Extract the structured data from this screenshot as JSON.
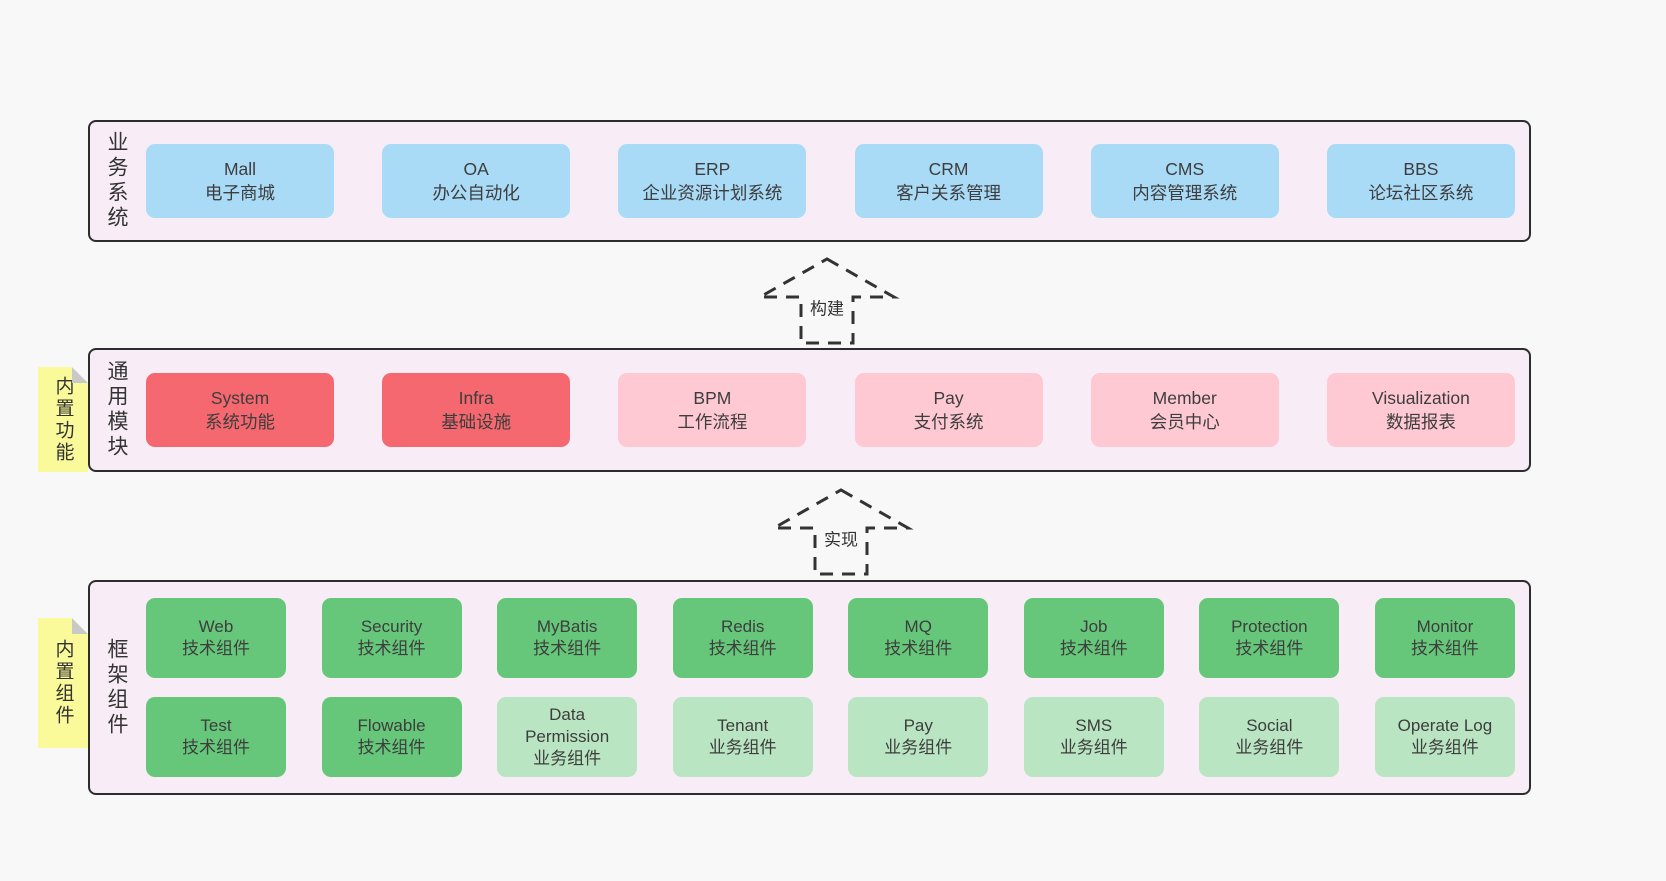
{
  "bands": [
    {
      "label": "业务系统",
      "boxes": [
        {
          "title": "Mall",
          "subtitle": "电子商城"
        },
        {
          "title": "OA",
          "subtitle": "办公自动化"
        },
        {
          "title": "ERP",
          "subtitle": "企业资源计划系统"
        },
        {
          "title": "CRM",
          "subtitle": "客户关系管理"
        },
        {
          "title": "CMS",
          "subtitle": "内容管理系统"
        },
        {
          "title": "BBS",
          "subtitle": "论坛社区系统"
        }
      ]
    },
    {
      "label": "通用模块",
      "sticky": "内置功能",
      "boxes": [
        {
          "title": "System",
          "subtitle": "系统功能"
        },
        {
          "title": "Infra",
          "subtitle": "基础设施"
        },
        {
          "title": "BPM",
          "subtitle": "工作流程"
        },
        {
          "title": "Pay",
          "subtitle": "支付系统"
        },
        {
          "title": "Member",
          "subtitle": "会员中心"
        },
        {
          "title": "Visualization",
          "subtitle": "数据报表"
        }
      ]
    },
    {
      "label": "框架组件",
      "sticky": "内置组件",
      "rows": [
        [
          {
            "title": "Web",
            "subtitle": "技术组件"
          },
          {
            "title": "Security",
            "subtitle": "技术组件"
          },
          {
            "title": "MyBatis",
            "subtitle": "技术组件"
          },
          {
            "title": "Redis",
            "subtitle": "技术组件"
          },
          {
            "title": "MQ",
            "subtitle": "技术组件"
          },
          {
            "title": "Job",
            "subtitle": "技术组件"
          },
          {
            "title": "Protection",
            "subtitle": "技术组件"
          },
          {
            "title": "Monitor",
            "subtitle": "技术组件"
          }
        ],
        [
          {
            "title": "Test",
            "subtitle": "技术组件"
          },
          {
            "title": "Flowable",
            "subtitle": "技术组件"
          },
          {
            "title": "Data Permission",
            "subtitle": "业务组件"
          },
          {
            "title": "Tenant",
            "subtitle": "业务组件"
          },
          {
            "title": "Pay",
            "subtitle": "业务组件"
          },
          {
            "title": "SMS",
            "subtitle": "业务组件"
          },
          {
            "title": "Social",
            "subtitle": "业务组件"
          },
          {
            "title": "Operate Log",
            "subtitle": "业务组件"
          }
        ]
      ]
    }
  ],
  "arrows": [
    {
      "label": "构建"
    },
    {
      "label": "实现"
    }
  ],
  "colors": {
    "page_bg": "#f8f8f8",
    "band_bg": "#f8edf6",
    "band_border": "#2d2d2d",
    "blue": "#a9dbf7",
    "red": "#f5686f",
    "pink": "#fec9d3",
    "green": "#66c77a",
    "light_green": "#bae5c2",
    "sticky_yellow": "#fafa9b",
    "sticky_fold": "#c9c9c9"
  }
}
